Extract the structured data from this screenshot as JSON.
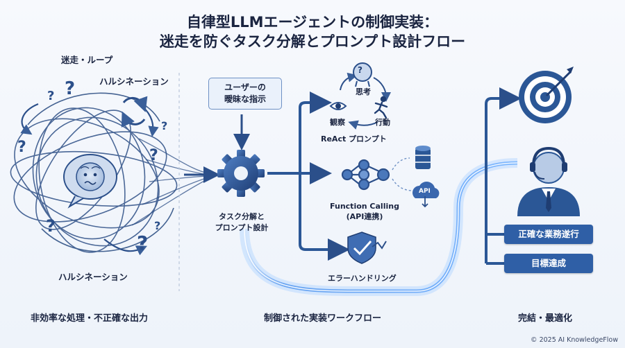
{
  "title": {
    "line1": "自律型LLMエージェントの制御実装：",
    "line2": "迷走を防ぐタスク分解とプロンプト設計フロー"
  },
  "left": {
    "label_loop": "迷走・ループ",
    "label_halluc_top": "ハルシネーション",
    "label_halluc_bottom": "ハルシネーション",
    "footer": "非効率な処理・不正確な出力",
    "icons": [
      "confused-face-icon",
      "refresh-cycle-icon",
      "question-mark-icon"
    ]
  },
  "middle": {
    "instruction_line1": "ユーザーの",
    "instruction_line2": "曖昧な指示",
    "gear_label_line1": "タスク分解と",
    "gear_label_line2": "プロンプト設計",
    "react_think": "思考",
    "react_observe": "観察",
    "react_act": "行動",
    "react_label": "ReAct プロンプト",
    "func_label_line1": "Function Calling",
    "func_label_line2": "(API連携)",
    "api_badge": "API",
    "error_label": "エラーハンドリング",
    "footer": "制御された実装ワークフロー"
  },
  "right": {
    "btn_accurate": "正確な業務遂行",
    "btn_goal": "目標達成",
    "footer": "完結・最適化"
  },
  "copyright": "© 2025 AI KnowledgeFlow",
  "colors": {
    "navy": "#1f3d72",
    "accent": "#2f5fa6",
    "glow": "#8cc0ff",
    "background": "#f2f6fb"
  }
}
